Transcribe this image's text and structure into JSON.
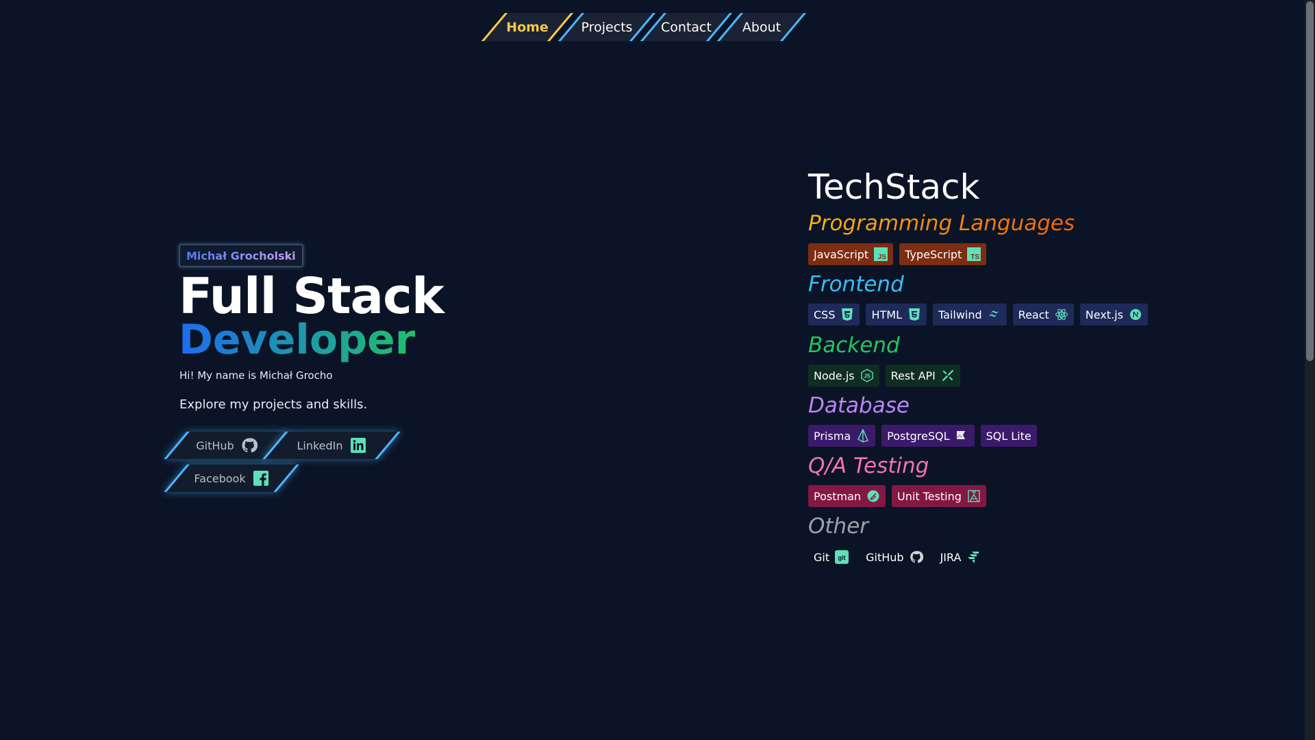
{
  "nav": {
    "items": [
      {
        "label": "Home"
      },
      {
        "label": "Projects"
      },
      {
        "label": "Contact"
      },
      {
        "label": "About"
      }
    ]
  },
  "hero": {
    "badge": "Michał Grocholski",
    "title_line1": "Full Stack",
    "title_line2": "Developer",
    "intro": "Hi! My name is Michał Grocho",
    "explore": "Explore my projects and skills.",
    "social": [
      {
        "label": "GitHub",
        "icon": "github-icon"
      },
      {
        "label": "LinkedIn",
        "icon": "linkedin-icon"
      },
      {
        "label": "Facebook",
        "icon": "facebook-icon"
      }
    ]
  },
  "techstack": {
    "title": "TechStack",
    "categories": [
      {
        "name": "Programming Languages",
        "color": "#f59e0b",
        "tag_bg": "#7c2d12",
        "tags": [
          {
            "label": "JavaScript",
            "icon": "js-icon"
          },
          {
            "label": "TypeScript",
            "icon": "ts-icon"
          }
        ]
      },
      {
        "name": "Frontend",
        "color": "#38bdf8",
        "tag_bg": "#1e2a5a",
        "tags": [
          {
            "label": "CSS",
            "icon": "css-icon"
          },
          {
            "label": "HTML",
            "icon": "html-icon"
          },
          {
            "label": "Tailwind",
            "icon": "tailwind-icon"
          },
          {
            "label": "React",
            "icon": "react-icon"
          },
          {
            "label": "Next.js",
            "icon": "nextjs-icon"
          }
        ]
      },
      {
        "name": "Backend",
        "color": "#22c55e",
        "tag_bg": "#0f2e22",
        "tags": [
          {
            "label": "Node.js",
            "icon": "nodejs-icon"
          },
          {
            "label": "Rest API",
            "icon": "api-icon"
          }
        ]
      },
      {
        "name": "Database",
        "color": "#c084fc",
        "tag_bg": "#3b1a6b",
        "tags": [
          {
            "label": "Prisma",
            "icon": "prisma-icon"
          },
          {
            "label": "PostgreSQL",
            "icon": "broken-image-icon"
          },
          {
            "label": "SQL Lite",
            "icon": ""
          }
        ]
      },
      {
        "name": "Q/A Testing",
        "color": "#f472b6",
        "tag_bg": "#831843",
        "tags": [
          {
            "label": "Postman",
            "icon": "postman-icon"
          },
          {
            "label": "Unit Testing",
            "icon": "unit-testing-icon"
          }
        ]
      },
      {
        "name": "Other",
        "color": "#9ca3af",
        "tag_bg": "transparent",
        "tags": [
          {
            "label": "Git",
            "icon": "git-icon"
          },
          {
            "label": "GitHub",
            "icon": "github-icon"
          },
          {
            "label": "JIRA",
            "icon": "jira-icon"
          }
        ]
      }
    ]
  },
  "icon_color": "#5ee0b8"
}
